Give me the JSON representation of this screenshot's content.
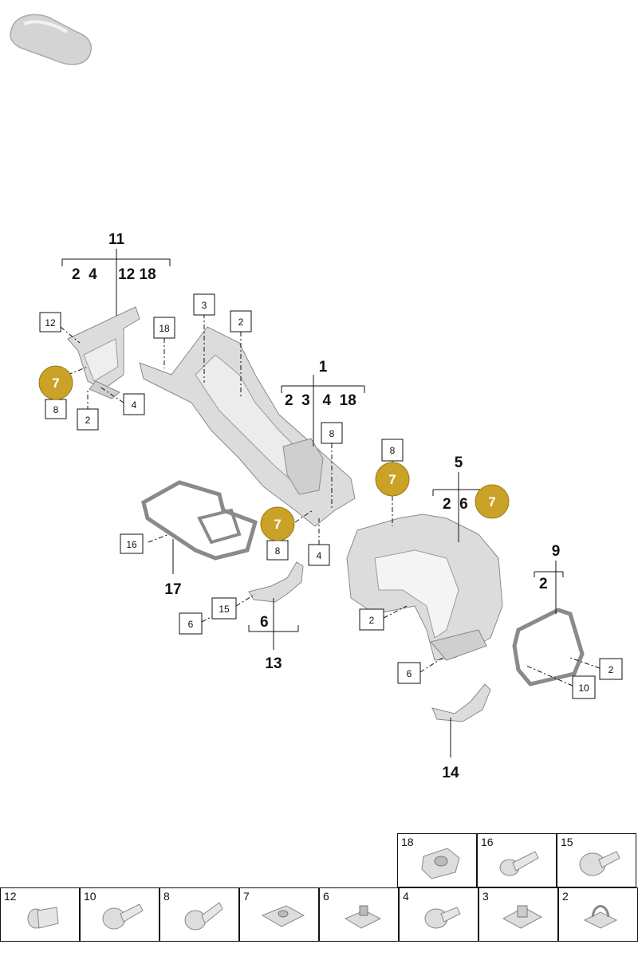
{
  "title": "",
  "group_labels": [
    {
      "id": "11",
      "sub": "2  4     12 18"
    },
    {
      "id": "1",
      "sub": "2  3   4  18"
    },
    {
      "id": "5",
      "sub": "2  6"
    },
    {
      "id": "9",
      "sub": "2"
    },
    {
      "id": "17",
      "sub": ""
    },
    {
      "id": "13",
      "sub": "6"
    },
    {
      "id": "14",
      "sub": ""
    }
  ],
  "reference_boxes": [
    "12",
    "8",
    "2",
    "4",
    "18",
    "3",
    "2",
    "8",
    "16",
    "8",
    "4",
    "6",
    "15",
    "8",
    "2",
    "6",
    "2",
    "10"
  ],
  "callouts": [
    "7",
    "7",
    "7",
    "7"
  ],
  "legend": {
    "top_row": [
      {
        "num": "18",
        "icon": "clip-nut-icon"
      },
      {
        "num": "16",
        "icon": "flange-bolt-icon"
      },
      {
        "num": "15",
        "icon": "button-head-screw-icon"
      }
    ],
    "bottom_row": [
      {
        "num": "12",
        "icon": "sleeve-rivet-icon"
      },
      {
        "num": "10",
        "icon": "torx-head-bolt-icon"
      },
      {
        "num": "8",
        "icon": "torx-screw-icon"
      },
      {
        "num": "7",
        "icon": "speed-nut-icon"
      },
      {
        "num": "6",
        "icon": "cage-nut-icon"
      },
      {
        "num": "4",
        "icon": "countersunk-screw-icon"
      },
      {
        "num": "3",
        "icon": "u-nut-icon"
      },
      {
        "num": "2",
        "icon": "spring-clip-icon"
      }
    ]
  },
  "colors": {
    "callout_fill": "#c9a227",
    "callout_stroke": "#9a7a12",
    "part_fill": "#dcdcdc",
    "part_stroke": "#8a8a8a"
  }
}
